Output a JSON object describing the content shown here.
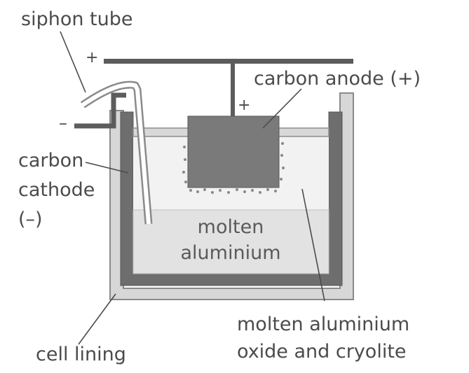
{
  "labels": {
    "siphon_tube": "siphon tube",
    "carbon_anode": "carbon anode (+)",
    "carbon_cathode": [
      "carbon",
      "cathode",
      "(–)"
    ],
    "molten_aluminium": [
      "molten",
      "aluminium"
    ],
    "electrolyte": [
      "molten aluminium",
      "oxide and cryolite"
    ],
    "cell_lining": "cell lining"
  },
  "signs": {
    "top_plus": "+",
    "anode_plus": "+",
    "cathode_minus": "–"
  }
}
